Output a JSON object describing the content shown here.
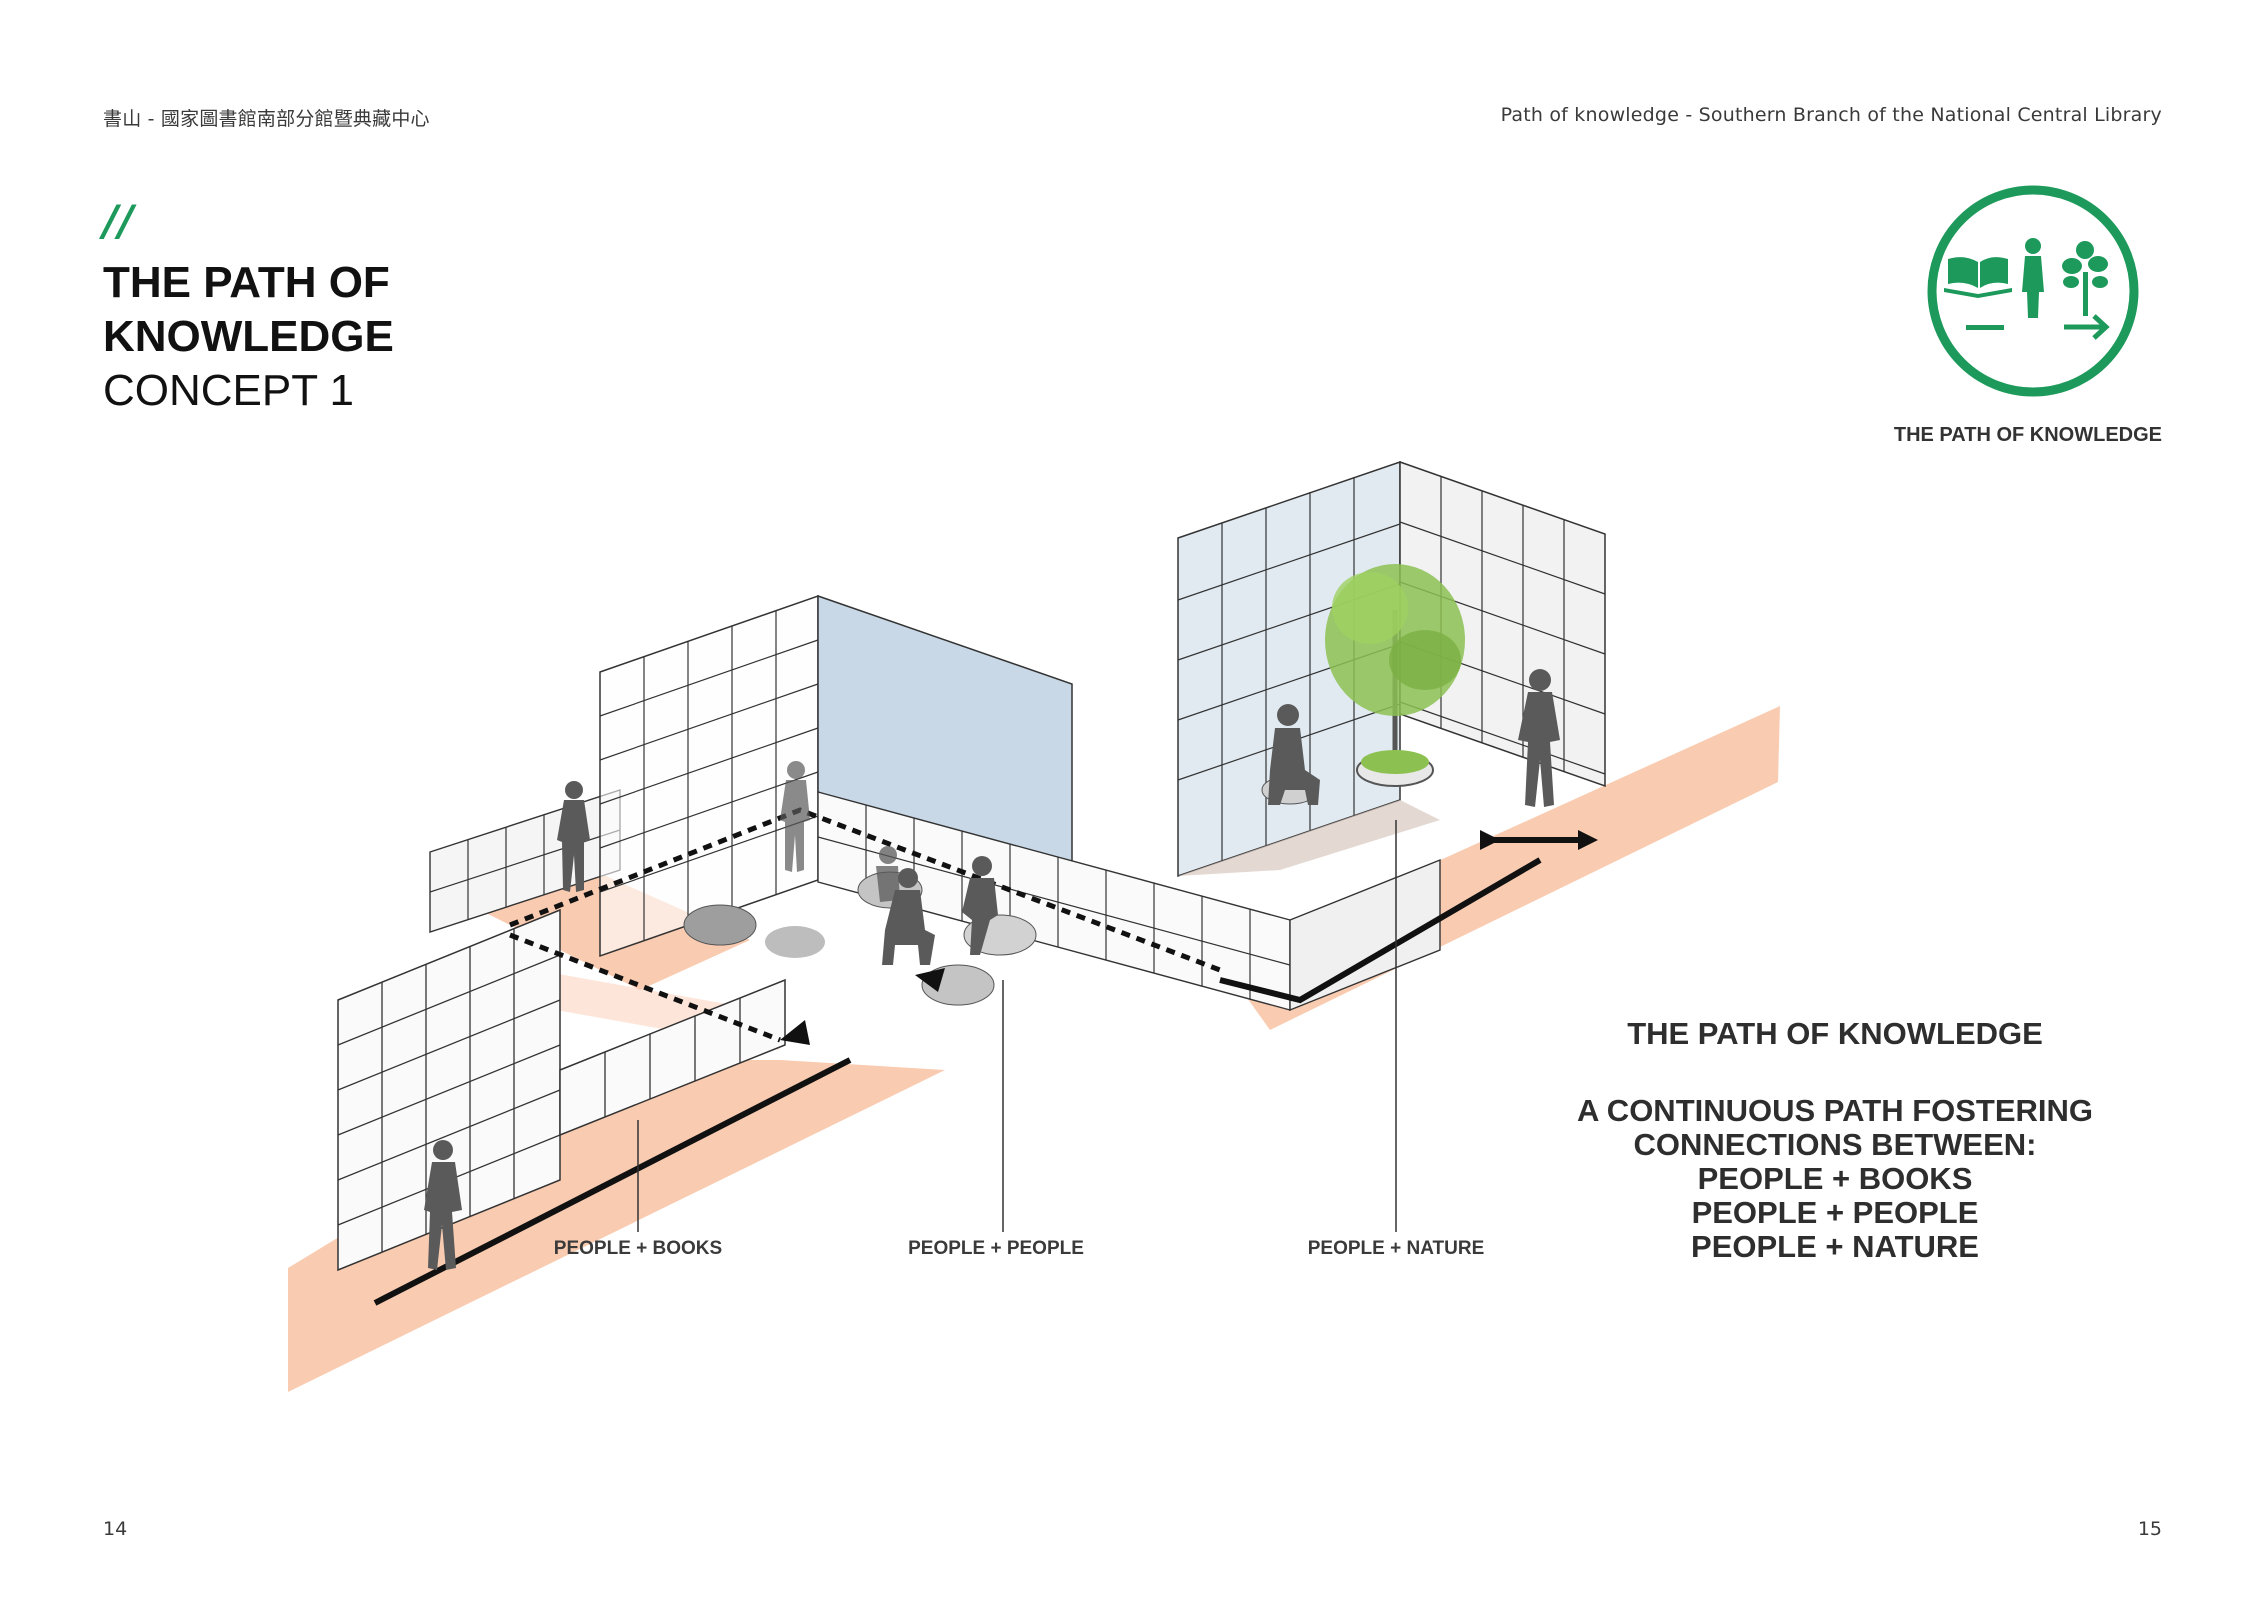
{
  "header": {
    "left_text": "書山 - 國家圖書館南部分館暨典藏中心",
    "right_text": "Path of knowledge - Southern Branch of the National Central Library"
  },
  "section_mark": "//",
  "title_line1": "THE PATH OF",
  "title_line2": "KNOWLEDGE",
  "subtitle": "CONCEPT 1",
  "logo": {
    "caption": "THE PATH OF KNOWLEDGE",
    "icons": [
      "open-book-icon",
      "person-icon",
      "tree-icon",
      "arrow-right-icon"
    ],
    "accent_color": "#1d9a5b"
  },
  "description": {
    "heading": "THE PATH OF KNOWLEDGE",
    "lines": [
      "A CONTINUOUS PATH FOSTERING",
      "CONNECTIONS BETWEEN:",
      "PEOPLE + BOOKS",
      "PEOPLE + PEOPLE",
      "PEOPLE + NATURE"
    ]
  },
  "diagram_labels": {
    "books": "PEOPLE + BOOKS",
    "people": "PEOPLE + PEOPLE",
    "nature": "PEOPLE + NATURE"
  },
  "colors": {
    "path": "#f9c9ad",
    "glass": "#c8d8e6",
    "tree": "#8cc152",
    "figure": "#5a5a5a"
  },
  "page_numbers": {
    "left": "14",
    "right": "15"
  }
}
